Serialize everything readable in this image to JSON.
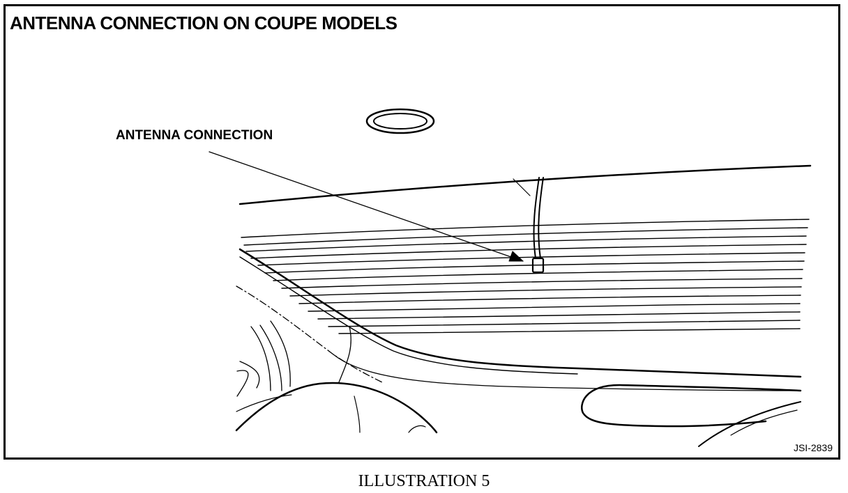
{
  "figure": {
    "title": "ANTENNA CONNECTION ON COUPE MODELS",
    "callout_label": "ANTENNA CONNECTION",
    "figure_code": "JSI-2839"
  },
  "caption": "ILLUSTRATION 5",
  "colors": {
    "ink": "#000000",
    "paper": "#ffffff"
  }
}
